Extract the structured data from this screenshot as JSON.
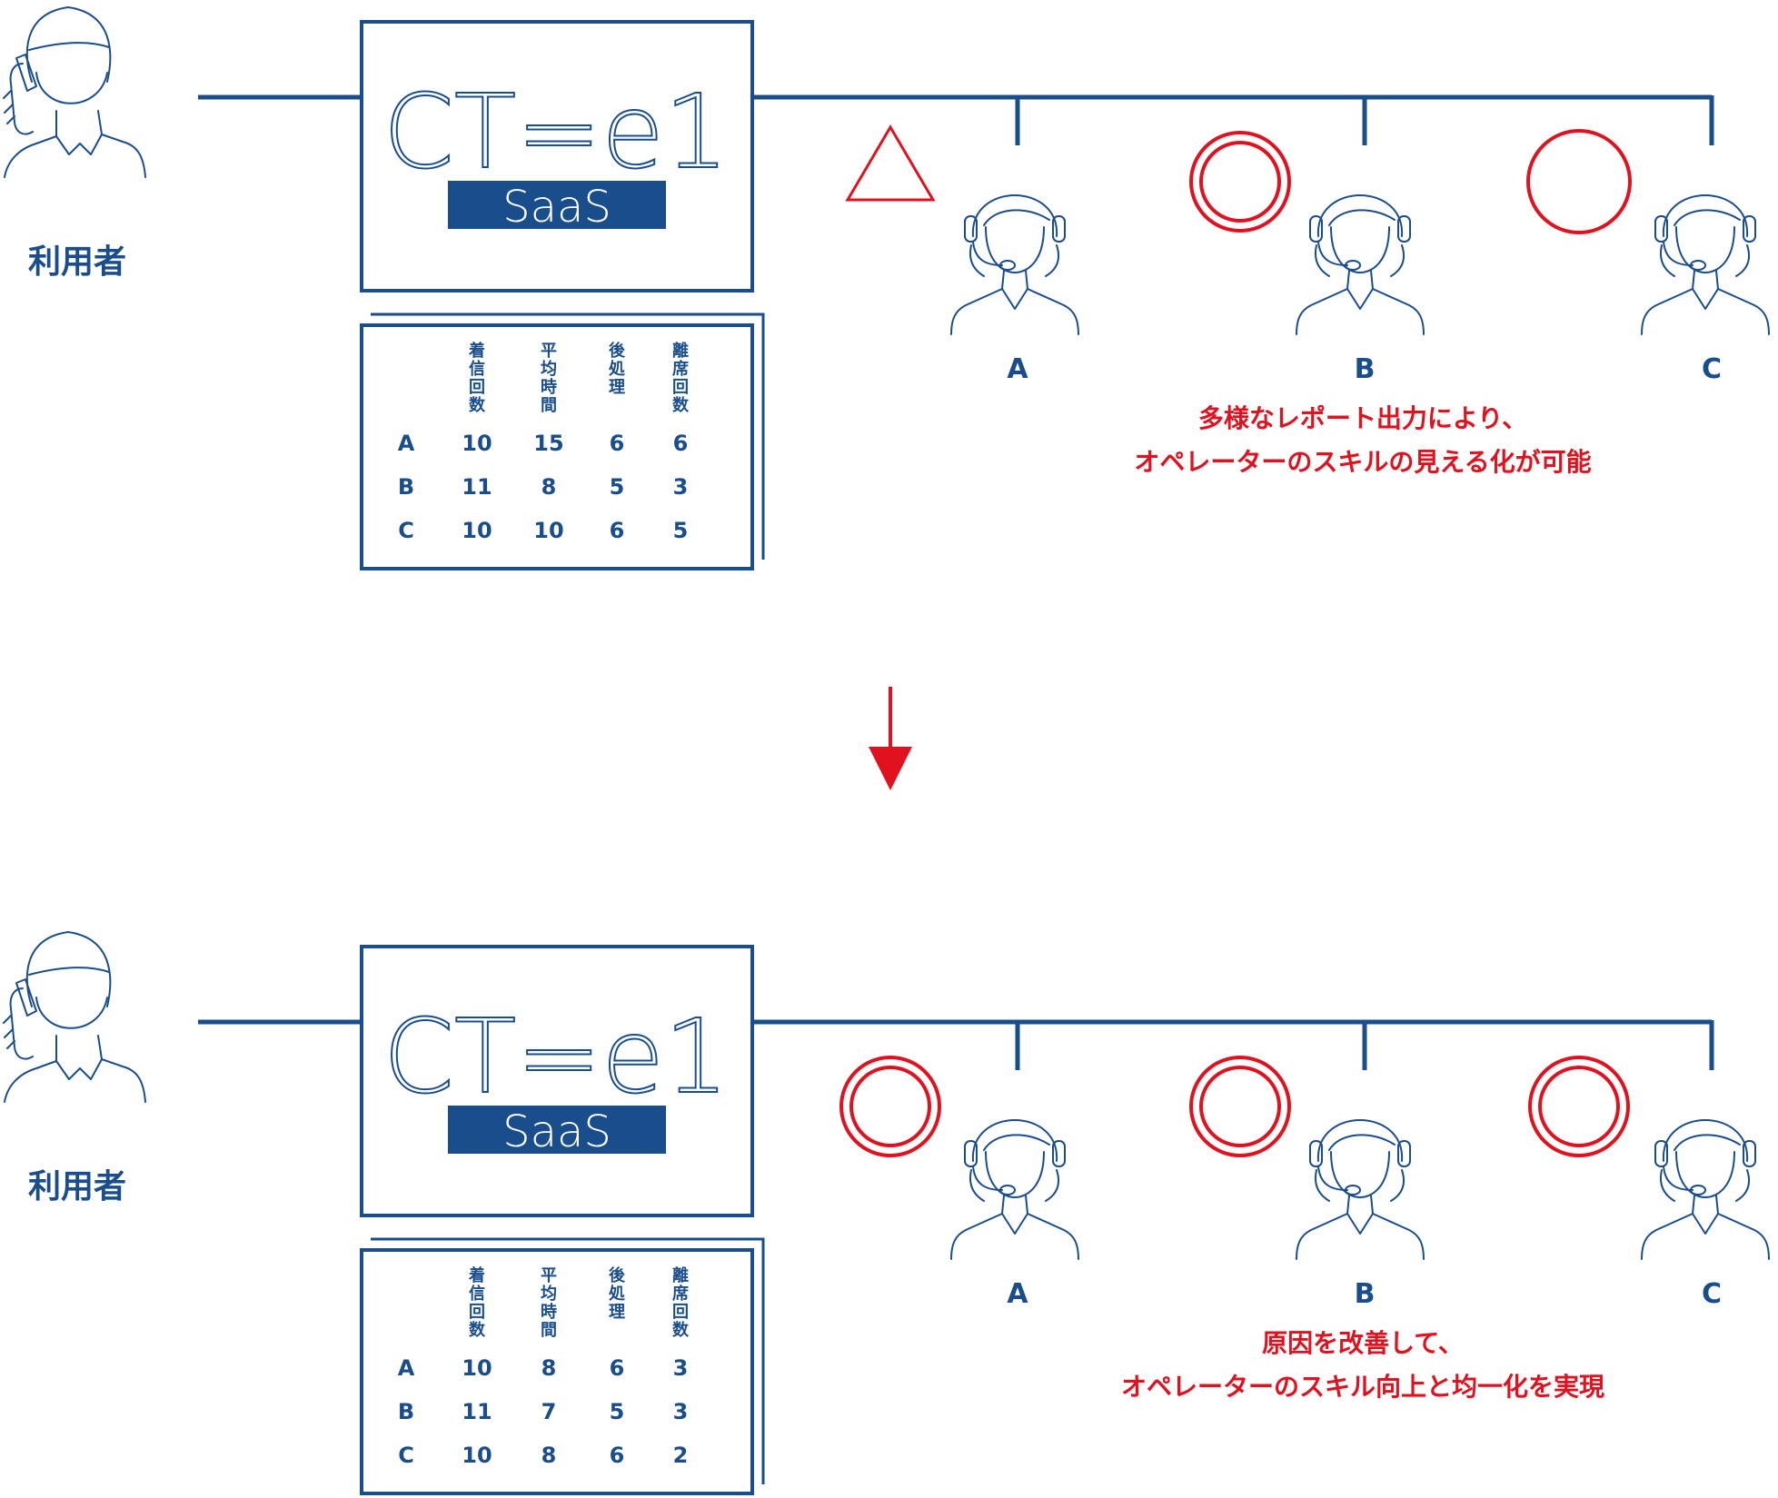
{
  "colors": {
    "blue": "#1a4d8c",
    "red": "#e0121f"
  },
  "icons": {
    "user": "person-on-phone-icon",
    "operator": "operator-headset-icon",
    "triangle": "triangle-mark-icon",
    "double_circle": "double-circle-mark-icon",
    "circle": "circle-mark-icon",
    "arrow": "arrow-down-icon"
  },
  "logo": {
    "brand": "CT=e1",
    "sub": "SaaS"
  },
  "user_label": "利用者",
  "table_headers": [
    "着信回数",
    "平均時間",
    "後処理",
    "離席回数"
  ],
  "sections": [
    {
      "operators": [
        {
          "label": "A",
          "mark": "triangle"
        },
        {
          "label": "B",
          "mark": "double_circle"
        },
        {
          "label": "C",
          "mark": "circle"
        }
      ],
      "rows": [
        [
          "A",
          "10",
          "15",
          "6",
          "6"
        ],
        [
          "B",
          "11",
          "8",
          "5",
          "3"
        ],
        [
          "C",
          "10",
          "10",
          "6",
          "5"
        ]
      ],
      "caption": [
        "多様なレポート出力により、",
        "オペレーターのスキルの見える化が可能"
      ]
    },
    {
      "operators": [
        {
          "label": "A",
          "mark": "double_circle"
        },
        {
          "label": "B",
          "mark": "double_circle"
        },
        {
          "label": "C",
          "mark": "double_circle"
        }
      ],
      "rows": [
        [
          "A",
          "10",
          "8",
          "6",
          "3"
        ],
        [
          "B",
          "11",
          "7",
          "5",
          "3"
        ],
        [
          "C",
          "10",
          "8",
          "6",
          "2"
        ]
      ],
      "caption": [
        "原因を改善して、",
        "オペレーターのスキル向上と均一化を実現"
      ]
    }
  ]
}
